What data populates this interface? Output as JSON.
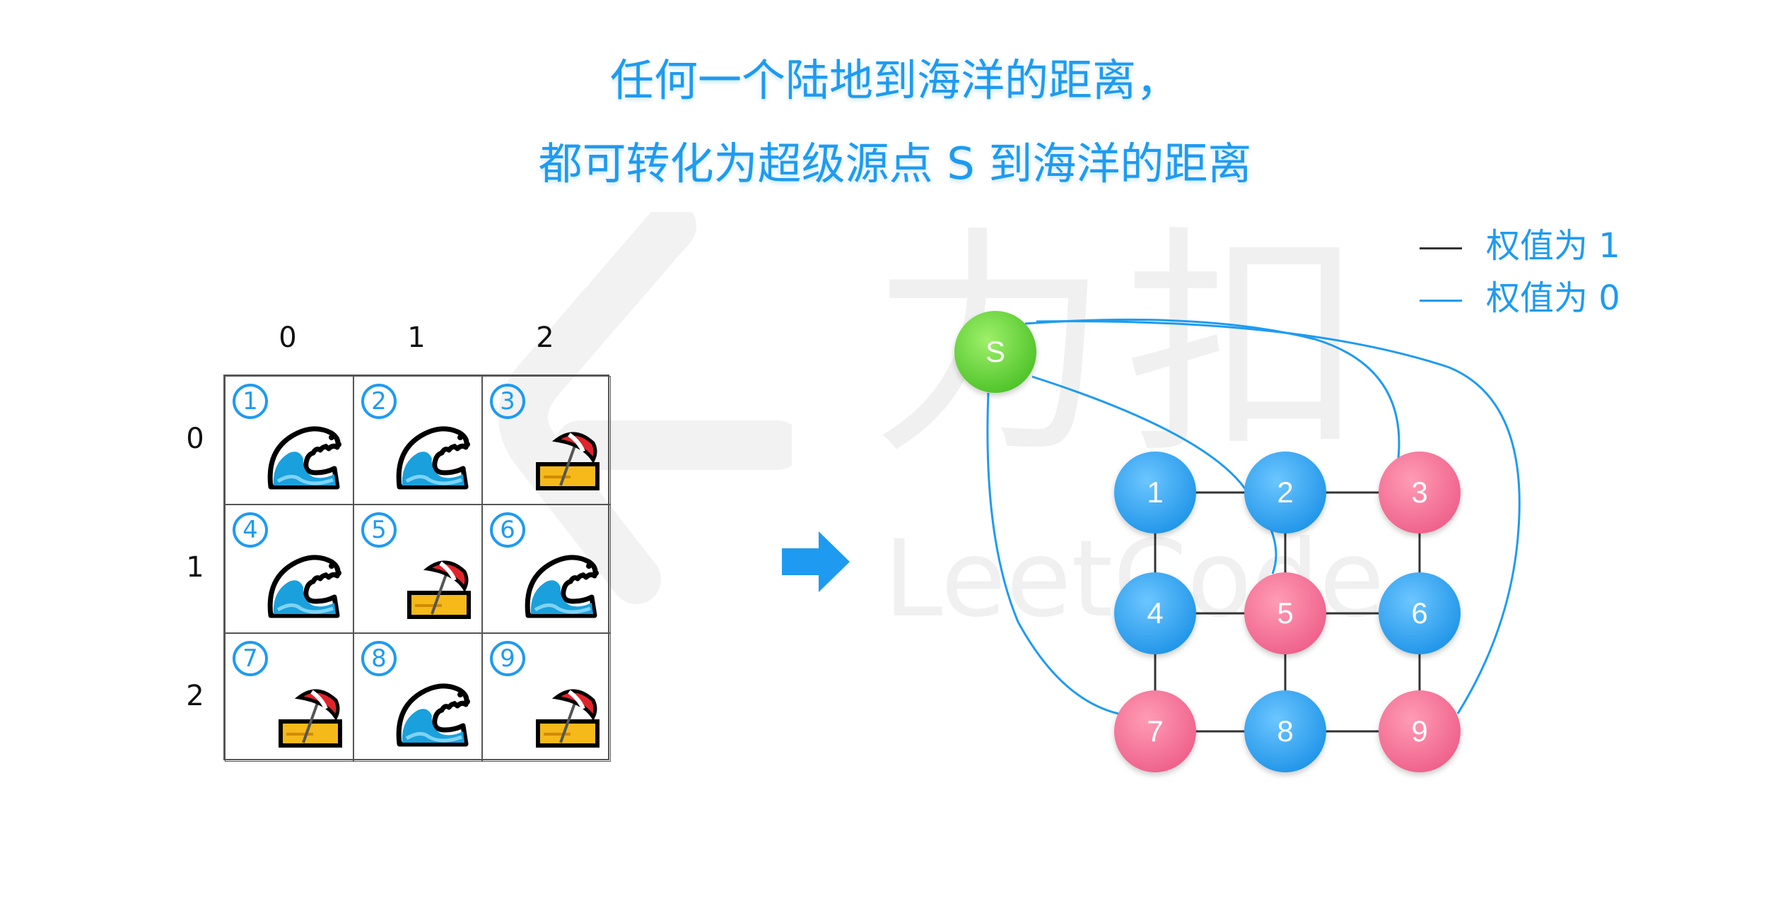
{
  "title": {
    "line1": "任何一个陆地到海洋的距离，",
    "line2": "都可转化为超级源点 S 到海洋的距离"
  },
  "watermark": {
    "cn": "力扣",
    "en": "LeetCode"
  },
  "legend": [
    {
      "label": "权值为 1",
      "color": "#333333"
    },
    {
      "label": "权值为 0",
      "color": "#1e9bf0"
    }
  ],
  "grid": {
    "col_labels": [
      "0",
      "1",
      "2"
    ],
    "row_labels": [
      "0",
      "1",
      "2"
    ],
    "cells": [
      {
        "num": "①",
        "type": "ocean-wave-icon"
      },
      {
        "num": "②",
        "type": "ocean-wave-icon"
      },
      {
        "num": "③",
        "type": "beach-umbrella-icon"
      },
      {
        "num": "④",
        "type": "ocean-wave-icon"
      },
      {
        "num": "⑤",
        "type": "beach-umbrella-icon"
      },
      {
        "num": "⑥",
        "type": "ocean-wave-icon"
      },
      {
        "num": "⑦",
        "type": "beach-umbrella-icon"
      },
      {
        "num": "⑧",
        "type": "ocean-wave-icon"
      },
      {
        "num": "⑨",
        "type": "beach-umbrella-icon"
      }
    ]
  },
  "graph": {
    "source": {
      "label": "S",
      "color": "#5dcf3a"
    },
    "nodes": [
      {
        "label": "1",
        "kind": "ocean"
      },
      {
        "label": "2",
        "kind": "ocean"
      },
      {
        "label": "3",
        "kind": "land"
      },
      {
        "label": "4",
        "kind": "ocean"
      },
      {
        "label": "5",
        "kind": "land"
      },
      {
        "label": "6",
        "kind": "ocean"
      },
      {
        "label": "7",
        "kind": "land"
      },
      {
        "label": "8",
        "kind": "ocean"
      },
      {
        "label": "9",
        "kind": "land"
      }
    ],
    "colors": {
      "ocean": "#2aa3f0",
      "land": "#f0698f",
      "edge1": "#333333",
      "edge0": "#1e9bf0"
    },
    "weight1_edges": [
      [
        "1",
        "2"
      ],
      [
        "2",
        "3"
      ],
      [
        "4",
        "5"
      ],
      [
        "5",
        "6"
      ],
      [
        "7",
        "8"
      ],
      [
        "8",
        "9"
      ],
      [
        "1",
        "4"
      ],
      [
        "4",
        "7"
      ],
      [
        "2",
        "5"
      ],
      [
        "5",
        "8"
      ],
      [
        "3",
        "6"
      ],
      [
        "6",
        "9"
      ]
    ],
    "weight0_edges": [
      [
        "S",
        "3"
      ],
      [
        "S",
        "5"
      ],
      [
        "S",
        "7"
      ],
      [
        "S",
        "9"
      ]
    ]
  }
}
